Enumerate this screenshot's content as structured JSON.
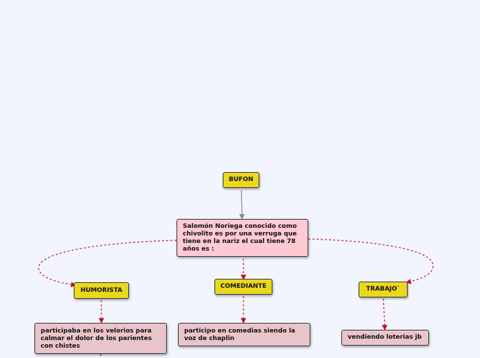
{
  "nodes": {
    "root": "BUFON",
    "main": "Salomón Noriega conocido como chivolito  es por una verruga que tiene en la nariz el cual tiene 78 años es :",
    "humorista": "HUMORISTA",
    "comediante": "COMEDIANTE",
    "trabajo": "TRABAJO`",
    "humorista_detail": "participaba en los velorios para calmar el dolor de los parientes con chistes",
    "comediante_detail": "participo en  comedias siendo la voz de chaplin",
    "trabajo_detail": "vendiendo  loterias jb"
  },
  "colors": {
    "topic": "#ebd81e",
    "main_box": "#ffcad3",
    "detail_box": "#e9c5cb",
    "connector_main": "#888888",
    "connector_dashed": "#c8102e",
    "background": "#f2f5fd"
  }
}
